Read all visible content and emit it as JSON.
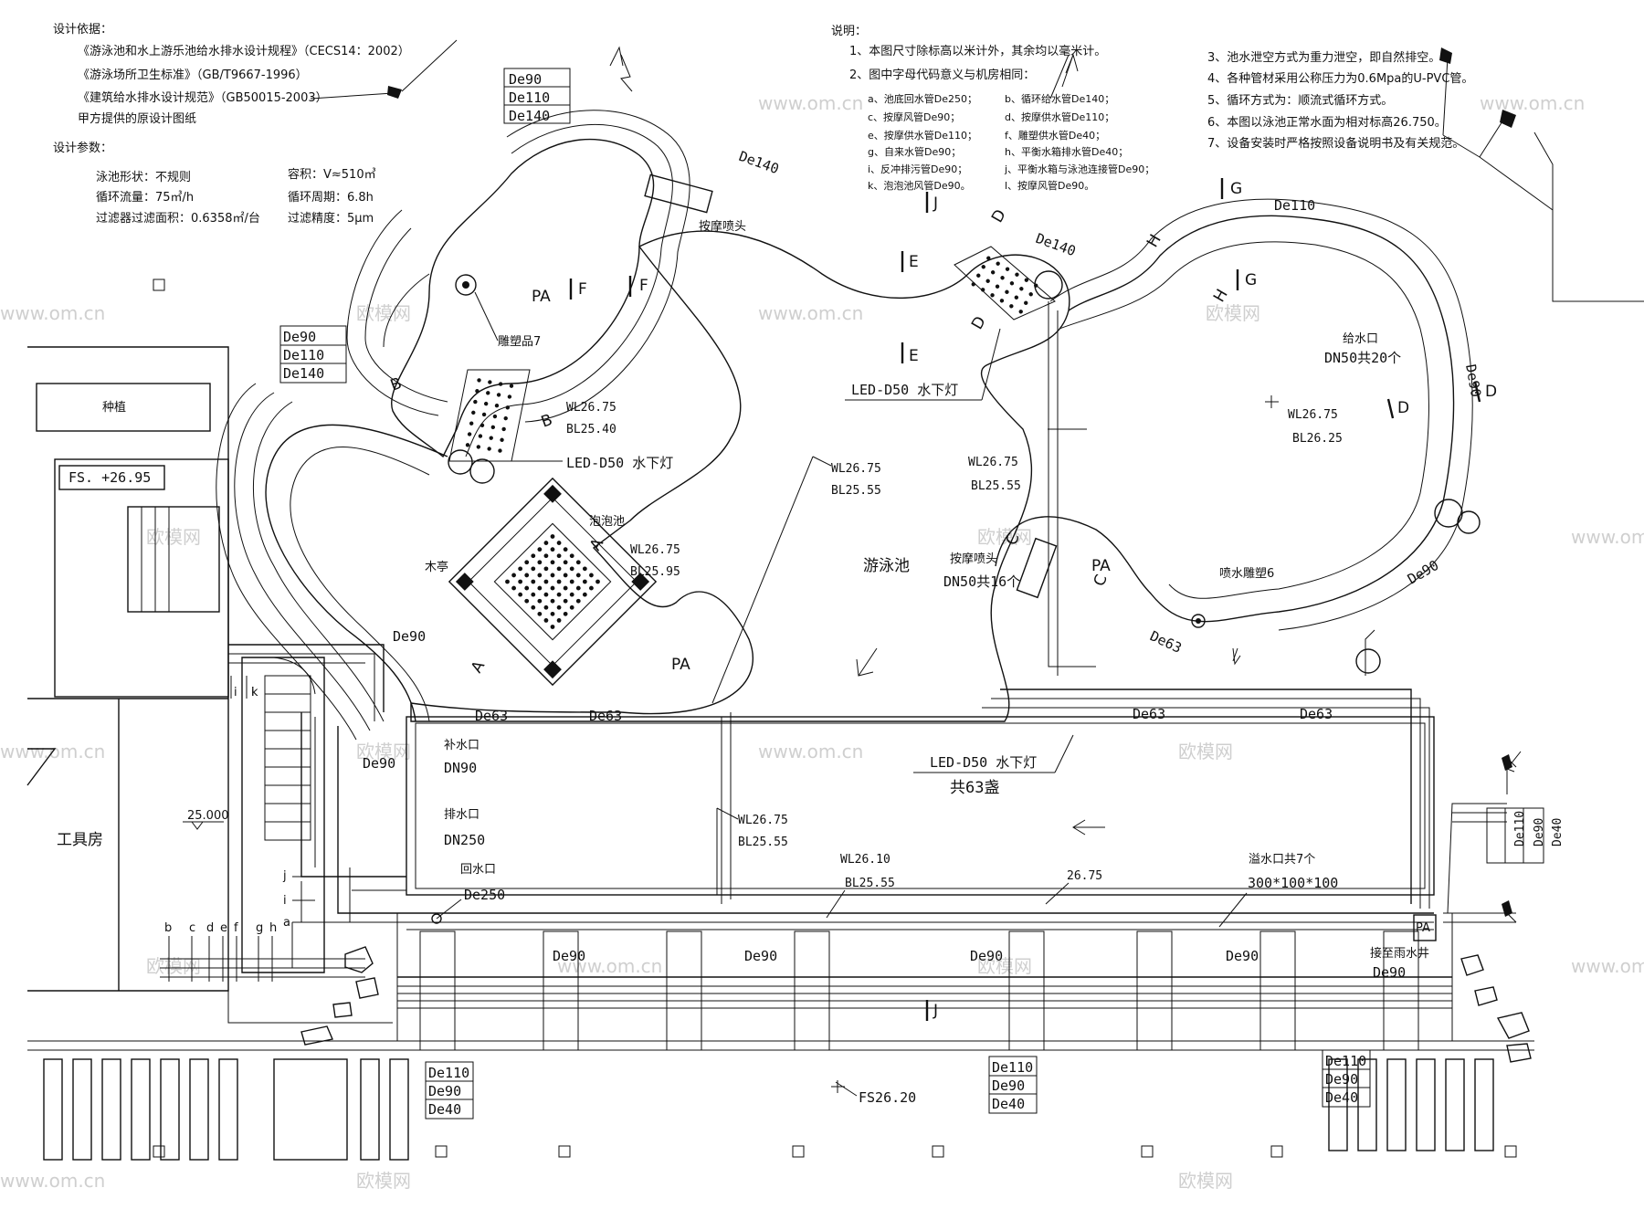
{
  "design_basis": {
    "title": "设计依据：",
    "lines": [
      "《游泳池和水上游乐池给水排水设计规程》（CECS14：2002）",
      "《游泳场所卫生标准》（GB/T9667-1996）",
      "《建筑给水排水设计规范》（GB50015-2003）",
      "甲方提供的原设计图纸"
    ]
  },
  "design_params": {
    "title": "设计参数：",
    "left": [
      "泳池形状：不规则",
      "循环流量：75㎥/h",
      "过滤器过滤面积：0.6358㎡/台"
    ],
    "right": [
      "容积：V≈510㎥",
      "循环周期：6.8h",
      "过滤精度：5μm"
    ]
  },
  "notes": {
    "title": "说明：",
    "items": [
      "1、本图尺寸除标高以米计外，其余均以毫米计。",
      "2、图中字母代码意义与机房相同："
    ],
    "legend_left": [
      "a、池底回水管De250；",
      "c、按摩风管De90；",
      "e、按摩供水管De110；",
      "g、自来水管De90；",
      "i、反冲排污管De90；",
      "k、泡泡池风管De90。"
    ],
    "legend_right": [
      "b、循环给水管De140；",
      "d、按摩供水管De110；",
      "f、雕塑供水管De40；",
      "h、平衡水箱排水管De40；",
      "j、平衡水箱与泳池连接管De90；",
      "l、按摩风管De90。"
    ],
    "items_right": [
      "3、池水泄空方式为重力泄空，即自然排空。",
      "4、各种管材采用公称压力为0.6Mpa的U-PVC管。",
      "5、循环方式为：顺流式循环方式。",
      "6、本图以泳池正常水面为相对标高26.750。",
      "7、设备安装时严格按照设备说明书及有关规范。"
    ]
  },
  "labels": {
    "pool": "游泳池",
    "pavilion": "木亭",
    "bubble_pool": "泡泡池",
    "tool_room": "工具房",
    "planter": "种植",
    "fs_level": "FS. +26.95",
    "fs_ground": "FS26.20",
    "stair_level": "25.000",
    "pa": "PA",
    "sculpture7": "雕塑品7",
    "fountain6": "喷水雕塑6",
    "massage_jet": "按摩喷头",
    "massage_jet_count": "DN50共16个",
    "supply_inlet": "给水口",
    "supply_inlet_count": "DN50共20个",
    "led_light": "LED-D50 水下灯",
    "led_count": "共63盏",
    "makeup": "补水口",
    "makeup_dn": "DN90",
    "drain": "排水口",
    "drain_dn": "DN250",
    "return": "回水口",
    "return_dn": "De250",
    "overflow": "溢水口共7个",
    "overflow_size": "300*100*100",
    "rain": "接至雨水井",
    "water_level": "26.75",
    "wl_a": "WL26.75",
    "bl_a": "BL25.40",
    "bl_b": "BL25.95",
    "bl_c": "BL25.55",
    "bl_d": "BL26.25",
    "wl_e": "WL26.10",
    "watermark_logo": "欧模网",
    "watermark_url": "www.om.cn"
  },
  "pipes": {
    "de40": "De40",
    "de63": "De63",
    "de90": "De90",
    "de110": "De110",
    "de140": "De140"
  },
  "section_marks": {
    "a": "A",
    "b": "B",
    "c": "C",
    "d": "D",
    "e": "E",
    "f": "F",
    "g": "G",
    "h": "H",
    "j": "J",
    "i": "i",
    "k": "k"
  },
  "pipe_letters": [
    "a",
    "b",
    "c",
    "d",
    "e",
    "f",
    "g",
    "h",
    "i",
    "j"
  ]
}
